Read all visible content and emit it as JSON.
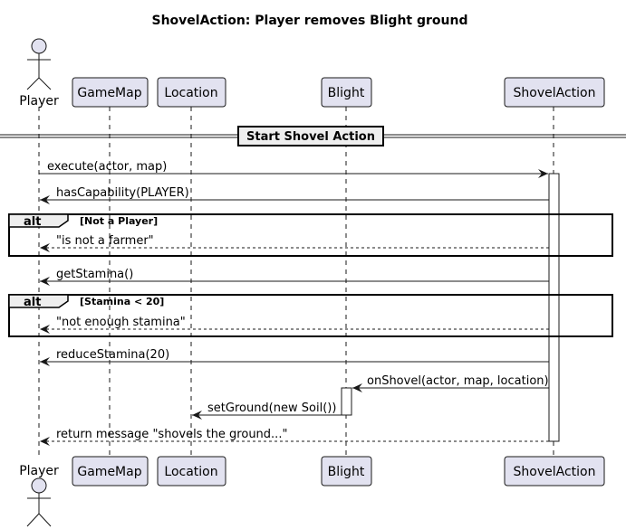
{
  "diagram": {
    "title": "ShovelAction: Player removes Blight ground",
    "participants": {
      "player": "Player",
      "gamemap": "GameMap",
      "location": "Location",
      "blight": "Blight",
      "shovelaction": "ShovelAction"
    },
    "divider": "Start Shovel Action",
    "messages": {
      "m1": "execute(actor, map)",
      "m2": "hasCapability(PLAYER)",
      "m3": "\"is not a farmer\"",
      "m4": "getStamina()",
      "m5": "\"not enough stamina\"",
      "m6": "reduceStamina(20)",
      "m7": "onShovel(actor, map, location)",
      "m8": "setGround(new Soil())",
      "m9": "return message \"shovels the ground...\""
    },
    "fragments": {
      "f1": {
        "keyword": "alt",
        "condition": "[Not a Player]"
      },
      "f2": {
        "keyword": "alt",
        "condition": "[Stamina < 20]"
      }
    }
  },
  "colors": {
    "participant_fill": "#e2e2f0",
    "participant_stroke": "#181818",
    "activation_fill": "#ffffff",
    "line": "#181818",
    "lifeline": "#181818",
    "divider_fill": "#eeeeee"
  }
}
